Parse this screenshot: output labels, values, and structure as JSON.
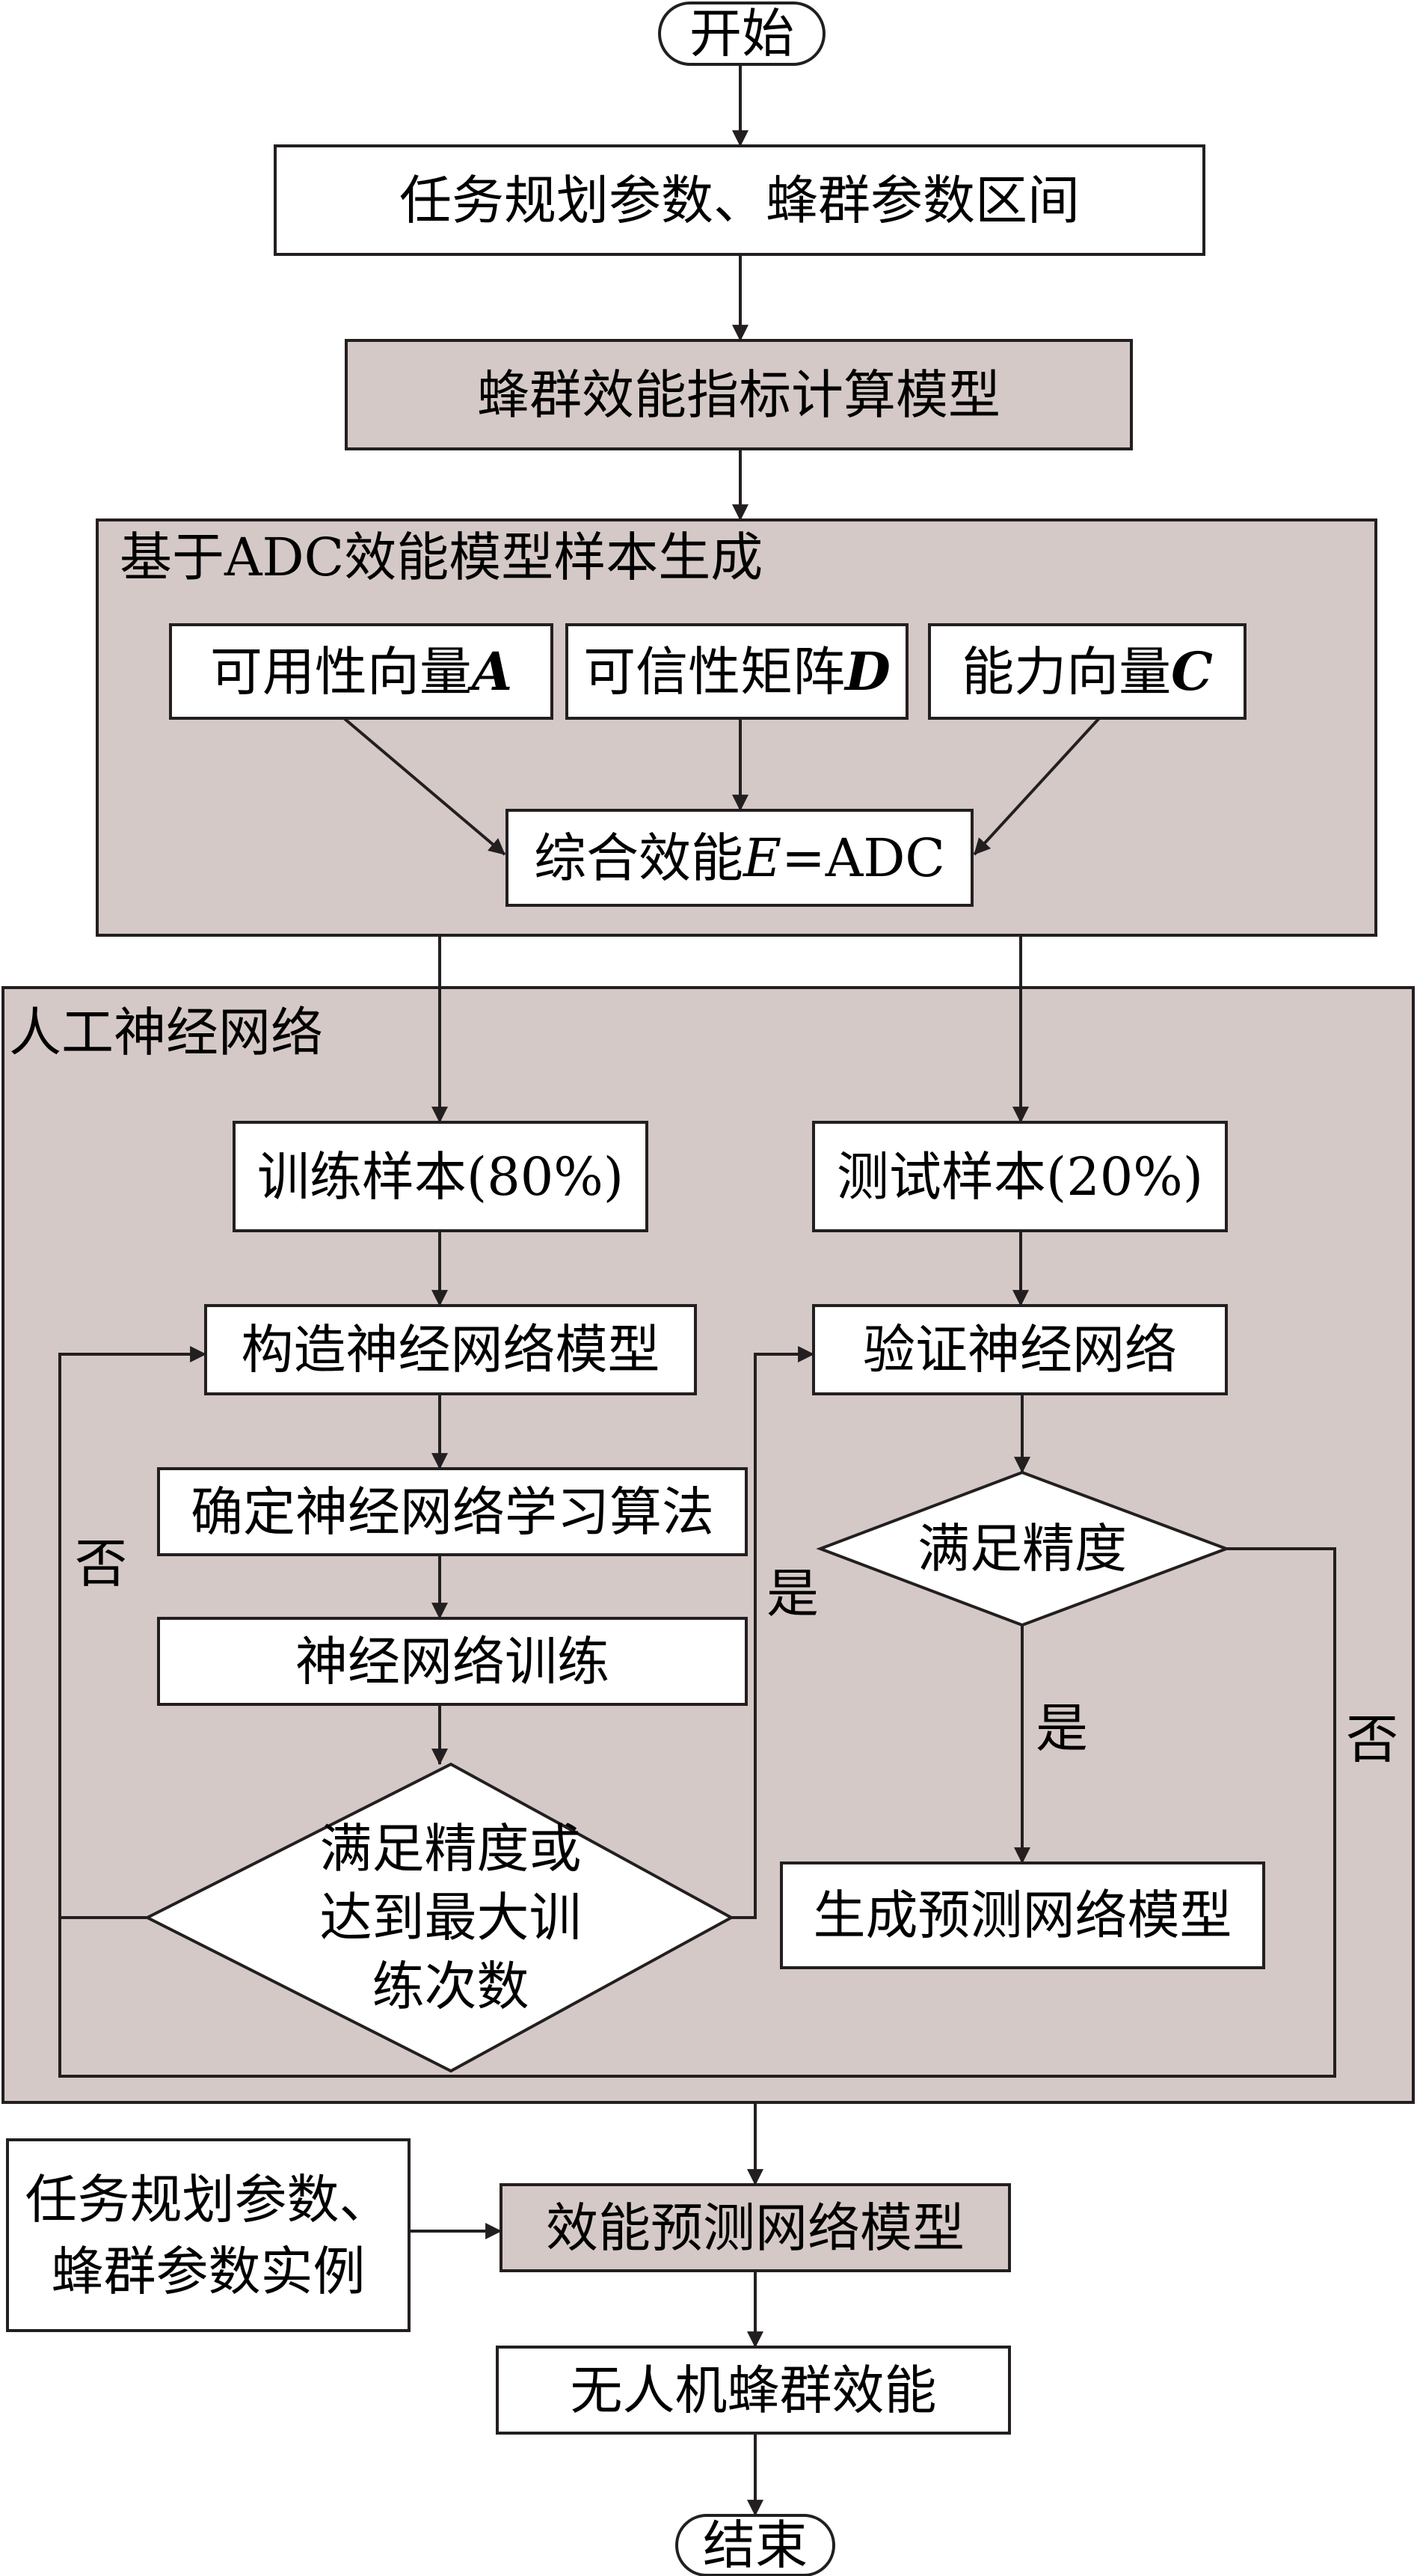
{
  "colors": {
    "group_fill": "#d4c9c6",
    "box_fill": "#ffffff",
    "stroke": "#231f20"
  },
  "nodes": {
    "start": "开始",
    "params_range": "任务规划参数、蜂群参数区间",
    "metric_model": "蜂群效能指标计算模型",
    "adc_group_title": "基于ADC效能模型样本生成",
    "availability": {
      "text": "可用性向量",
      "symbol": "A"
    },
    "dependability": {
      "text": "可信性矩阵",
      "symbol": "D"
    },
    "capability": {
      "text": "能力向量",
      "symbol": "C"
    },
    "effectiveness": {
      "prefix": "综合效能",
      "symbol": "E",
      "suffix": "=ADC"
    },
    "ann_group_title": "人工神经网络",
    "train_samples": "训练样本(80%)",
    "test_samples": "测试样本(20%)",
    "build_model": "构造神经网络模型",
    "verify_network": "验证神经网络",
    "learning_algorithm": "确定神经网络学习算法",
    "training": "神经网络训练",
    "precision_or_max": "满足精度或达到最大训练次数",
    "precision_check": "满足精度",
    "generate_model": "生成预测网络模型",
    "instance_params": "任务规划参数、蜂群参数实例",
    "prediction_model": "效能预测网络模型",
    "swarm_effectiveness": "无人机蜂群效能",
    "end": "结束"
  },
  "edge_labels": {
    "no_left": "否",
    "yes_mid": "是",
    "yes_right": "是",
    "no_right": "否"
  }
}
